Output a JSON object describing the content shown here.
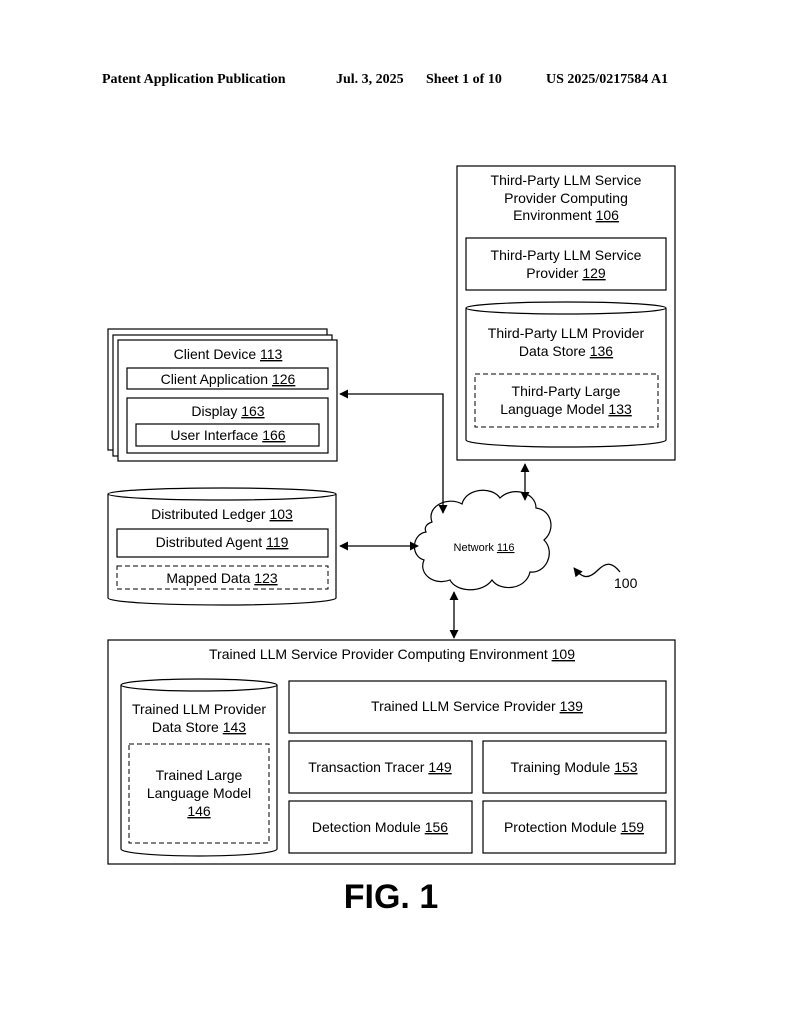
{
  "header": {
    "publication": "Patent Application Publication",
    "date": "Jul. 3, 2025",
    "sheet": "Sheet 1 of 10",
    "number": "US 2025/0217584 A1"
  },
  "third_party_env": {
    "line1": "Third-Party LLM Service",
    "line2": "Provider Computing",
    "line3": "Environment",
    "ref": "106",
    "provider": {
      "line1": "Third-Party LLM Service",
      "line2": "Provider",
      "ref": "129"
    },
    "data_store": {
      "line1": "Third-Party LLM Provider",
      "line2": "Data Store",
      "ref": "136"
    },
    "model": {
      "line1": "Third-Party Large",
      "line2": "Language Model",
      "ref": "133"
    }
  },
  "client_device": {
    "label": "Client Device",
    "ref": "113",
    "app": {
      "label": "Client Application",
      "ref": "126"
    },
    "display": {
      "label": "Display",
      "ref": "163"
    },
    "ui": {
      "label": "User Interface",
      "ref": "166"
    }
  },
  "ledger": {
    "label": "Distributed Ledger",
    "ref": "103",
    "agent": {
      "label": "Distributed Agent",
      "ref": "119"
    },
    "mapped": {
      "label": "Mapped Data",
      "ref": "123"
    }
  },
  "network": {
    "label": "Network",
    "ref": "116"
  },
  "system_ref": "100",
  "trained_env": {
    "label": "Trained LLM Service Provider Computing Environment",
    "ref": "109",
    "data_store": {
      "line1": "Trained LLM Provider",
      "line2": "Data Store",
      "ref": "143"
    },
    "model": {
      "line1": "Trained Large",
      "line2": "Language Model",
      "ref": "146"
    },
    "provider": {
      "label": "Trained LLM Service Provider",
      "ref": "139"
    },
    "tracer": {
      "label": "Transaction Tracer",
      "ref": "149"
    },
    "training": {
      "label": "Training Module",
      "ref": "153"
    },
    "detection": {
      "label": "Detection Module",
      "ref": "156"
    },
    "protection": {
      "label": "Protection Module",
      "ref": "159"
    }
  },
  "figure_label": "FIG. 1"
}
